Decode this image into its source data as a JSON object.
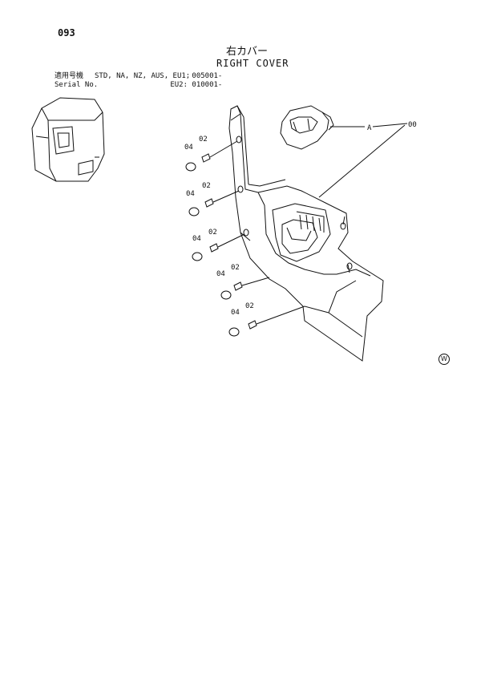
{
  "page_number": "093",
  "title_jp": "右カバー",
  "title_en": "RIGHT COVER",
  "applicability": {
    "label_jp": "適用号機",
    "label_en": "Serial No.",
    "rows": [
      {
        "models": "STD, NA, NZ, AUS, EU1;",
        "serial": "005001-"
      },
      {
        "models": "EU2:",
        "serial": "010001-"
      }
    ]
  },
  "callouts": {
    "cover": "00",
    "view_ref": "A",
    "bolt": "02",
    "cap": "04"
  },
  "watermark_symbol": "W"
}
